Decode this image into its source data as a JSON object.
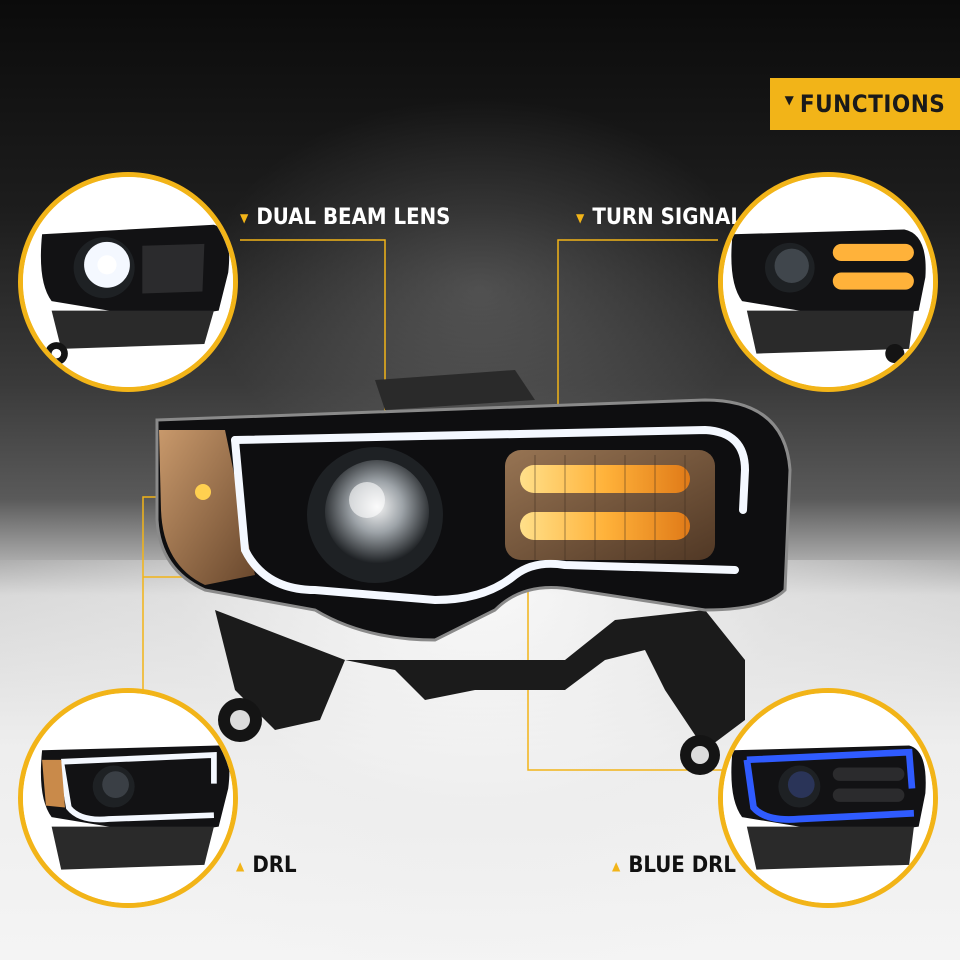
{
  "header": {
    "badge_label": "FUNCTIONS"
  },
  "features": {
    "dual_beam": {
      "label": "DUAL BEAM LENS"
    },
    "turn_signal": {
      "label": "TURN SIGNAL"
    },
    "drl": {
      "label": "DRL"
    },
    "blue_drl": {
      "label": "BLUE DRL"
    }
  },
  "colors": {
    "accent": "#f2b418",
    "amber_light": "#ffb23a",
    "blue_light": "#2f5bff",
    "white_light": "#f4f8ff"
  },
  "icons": {
    "marker": "triangle-marker-icon"
  }
}
